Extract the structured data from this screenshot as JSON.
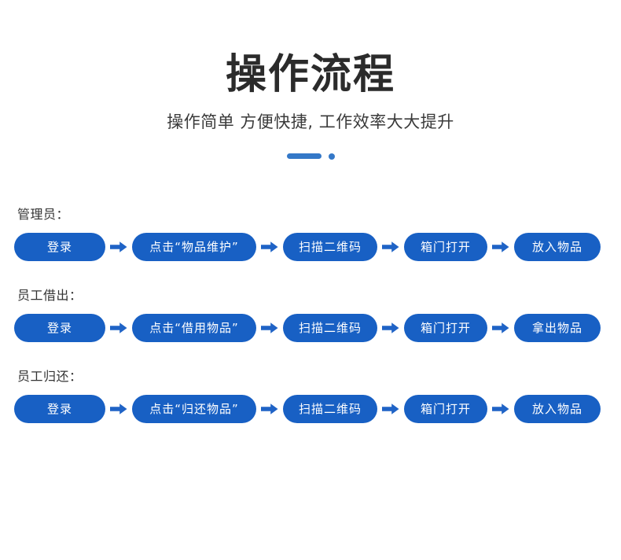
{
  "header": {
    "title": "操作流程",
    "subtitle": "操作简单  方便快捷, 工作效率大大提升",
    "accent_color": "#3478c8"
  },
  "pill_color": "#1860c4",
  "arrow_color": "#1f63c6",
  "flows": [
    {
      "label": "管理员：",
      "steps": [
        "登录",
        "点击“物品维护”",
        "扫描二维码",
        "箱门打开",
        "放入物品"
      ]
    },
    {
      "label": "员工借出：",
      "steps": [
        "登录",
        "点击“借用物品”",
        "扫描二维码",
        "箱门打开",
        "拿出物品"
      ]
    },
    {
      "label": "员工归还：",
      "steps": [
        "登录",
        "点击“归还物品”",
        "扫描二维码",
        "箱门打开",
        "放入物品"
      ]
    }
  ]
}
